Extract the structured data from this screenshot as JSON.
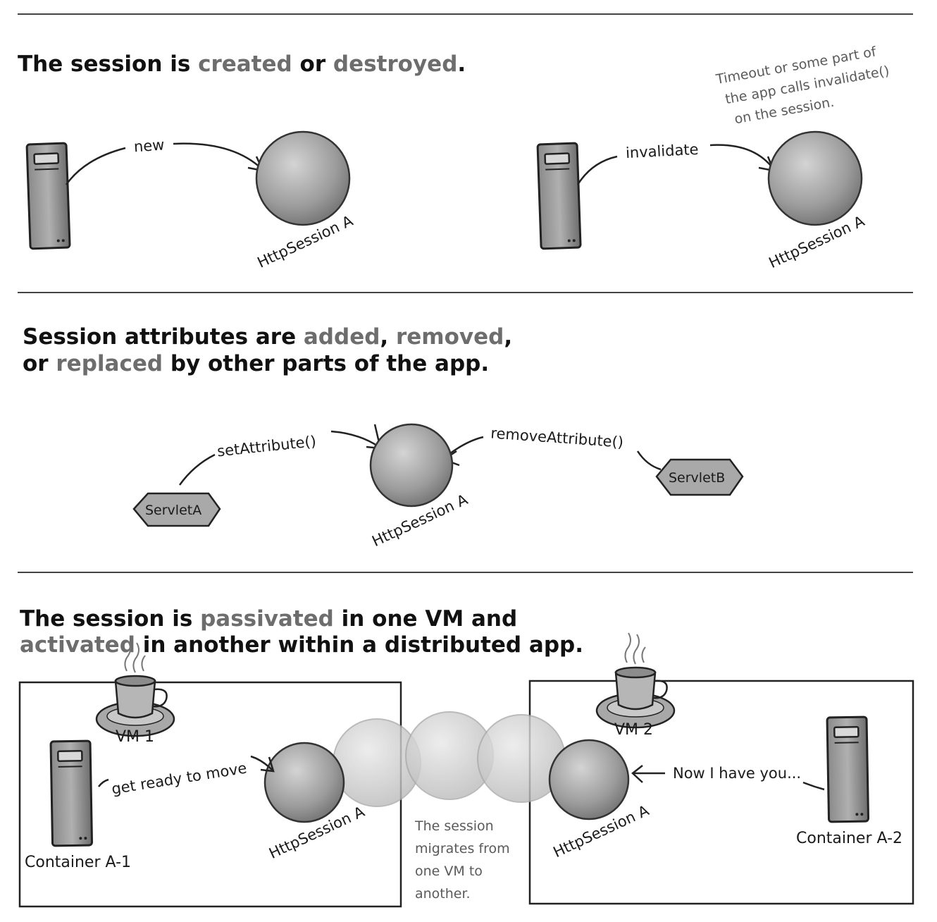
{
  "section1": {
    "heading": {
      "p1": "The session is ",
      "created": "created",
      "p2": " or ",
      "destroyed": "destroyed",
      "p3": "."
    },
    "new_label": "new",
    "invalidate_label": "invalidate",
    "session_left": "HttpSession A",
    "session_right": "HttpSession A",
    "note_lines": [
      "Timeout or some part of",
      "the app calls invalidate()",
      "on the session."
    ]
  },
  "section2": {
    "heading_line1": {
      "p1": "Session attributes are ",
      "added": "added",
      "p2": ", ",
      "removed": "removed",
      "p3": ","
    },
    "heading_line2": {
      "p1": "or ",
      "replaced": "replaced",
      "p2": " by other parts of the app."
    },
    "set_label": "setAttribute()",
    "remove_label": "removeAttribute()",
    "servlet_a": "ServletA",
    "servlet_b": "ServletB",
    "session": "HttpSession A"
  },
  "section3": {
    "heading_line1": {
      "p1": "The session is ",
      "passivated": "passivated",
      "p2": " in one VM and"
    },
    "heading_line2": {
      "activated": "activated",
      "p1": " in another within a distributed app."
    },
    "vm1": "VM 1",
    "vm2": "VM 2",
    "container_a1": "Container A-1",
    "container_a2": "Container A-2",
    "get_ready": "get ready to move",
    "now_have": "Now I have you...",
    "session_left": "HttpSession A",
    "session_right": "HttpSession A",
    "migrate_note": [
      "The session",
      "migrates from",
      "one VM to",
      "another."
    ]
  }
}
